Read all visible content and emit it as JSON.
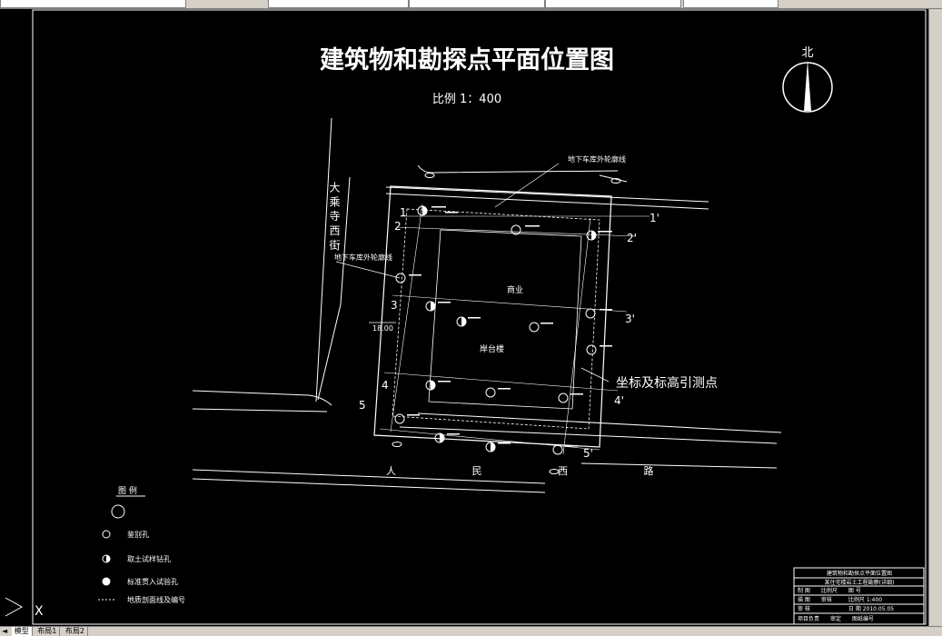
{
  "title": "建筑物和勘探点平面位置图",
  "scale": "比例 1：400",
  "north": "北",
  "streets": {
    "west": "大 乘 寺 西 街",
    "south": "人 民 西 路"
  },
  "labels": {
    "underground_top": "地下车库外轮廓线",
    "underground_left": "地下车库外轮廓线",
    "building1": "商业",
    "building2": "岸台楼",
    "coord": "坐标及标高引测点",
    "dim": "18.00"
  },
  "axes": [
    "1",
    "2",
    "3",
    "4",
    "5",
    "1'",
    "2'",
    "3'",
    "4'",
    "5'"
  ],
  "legend": {
    "title": "图 例",
    "items": [
      "鉴别孔",
      "取土试样钻孔",
      "标准贯入试验孔",
      "地质剖面线及编号"
    ]
  },
  "title_block": {
    "rows": [
      "建筑物和勘探点平面位置图",
      "某住宅楼岩土工程勘察(详细)",
      "制 图　　比例尺　　图 号",
      "描 图　　审核　　　比例尺 1:400",
      "审 核　　　　　　　日 期 2010.05.05",
      "项目负责　　审定　　图纸编号"
    ]
  },
  "cmd": "X",
  "tabs": [
    "模型",
    "布局1",
    "布局2"
  ],
  "colors": {
    "bg": "#000000",
    "line": "#ffffff"
  }
}
